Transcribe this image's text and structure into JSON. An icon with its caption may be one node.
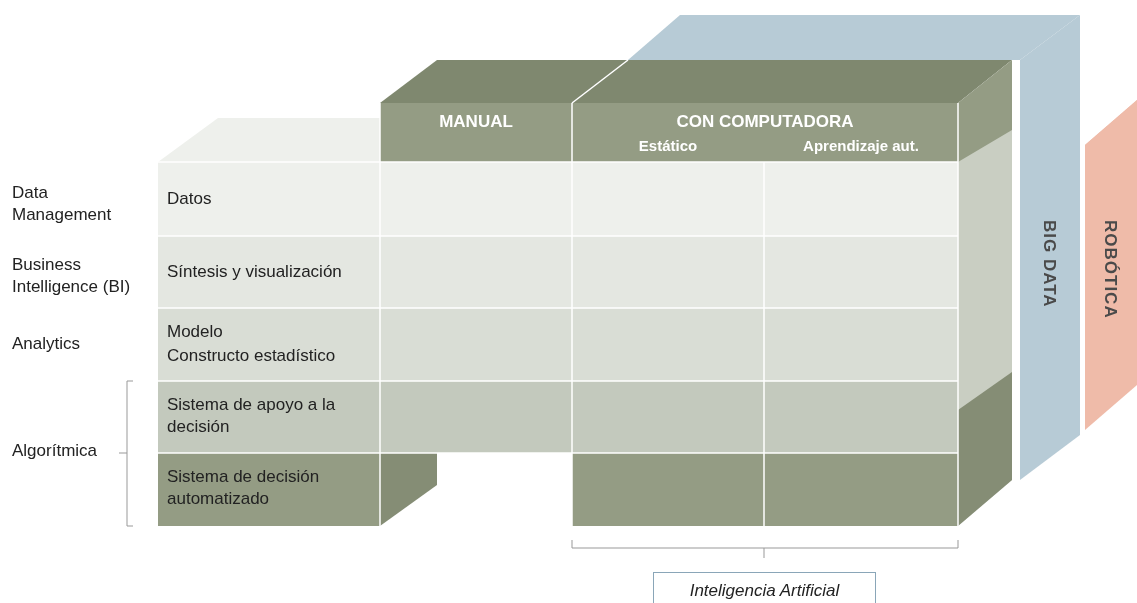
{
  "diagram": {
    "nodes": [
      {
        "text": [
          "BIG DATA"
        ]
      },
      {
        "text": [
          "ROBÓTICA"
        ]
      },
      {
        "text": [
          "Inteligencia Artificial"
        ]
      }
    ],
    "labels": [
      "MANUAL",
      "CON COMPUTADORA",
      "Estático",
      "Aprendizaje aut.",
      "Data Management",
      "Datos",
      "Business Intelligence (BI)",
      "Síntesis y visualización",
      "Analytics",
      "Modelo",
      "Constructo estadístico",
      "Algorítmica",
      "Sistema de apoyo a la decisión",
      "Sistema de decisión automatizado"
    ]
  }
}
